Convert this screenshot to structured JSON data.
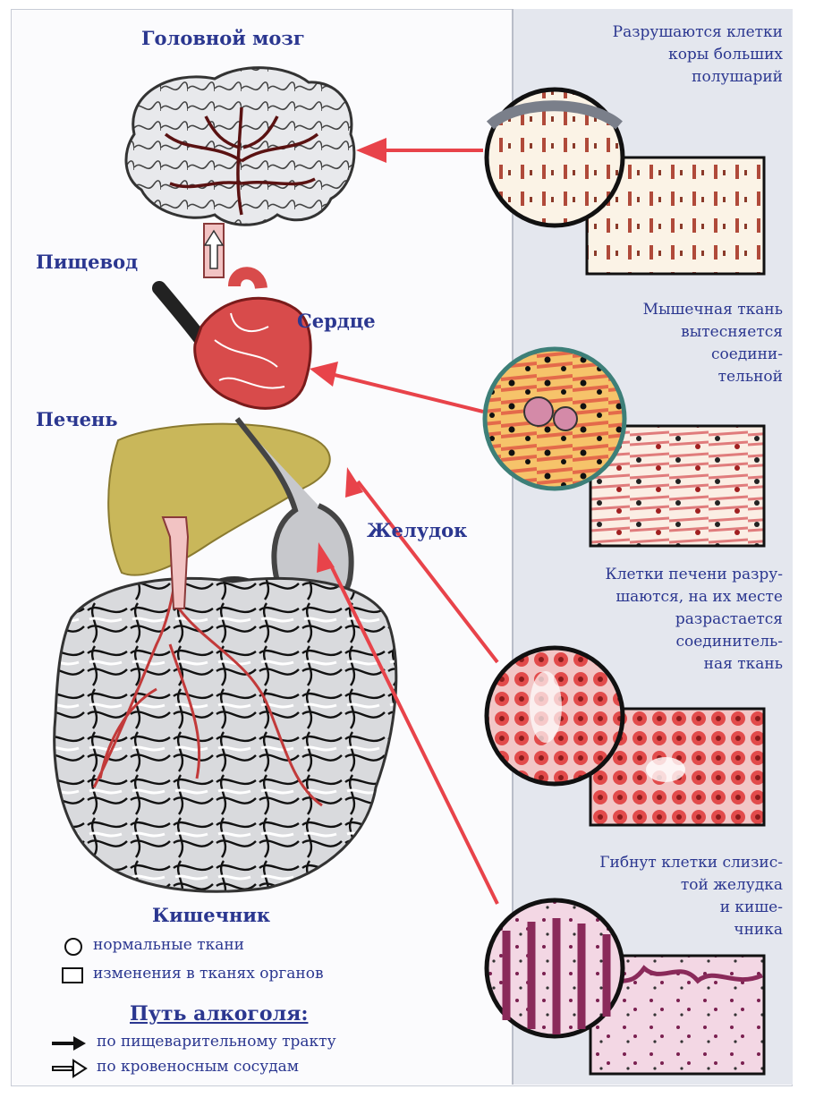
{
  "organs": {
    "brain": "Головной мозг",
    "esophagus": "Пищевод",
    "heart": "Сердце",
    "liver": "Печень",
    "stomach": "Желудок",
    "intestine": "Кишечник"
  },
  "notes": {
    "brain": [
      "Разрушаются клетки",
      "коры больших",
      "полушарий"
    ],
    "heart": [
      "Мышечная ткань",
      "вытесняется",
      "соедини-",
      "тельной"
    ],
    "liver": [
      "Клетки печени разру-",
      "шаются, на их месте",
      "разрастается",
      "соединитель-",
      "ная ткань"
    ],
    "stomach": [
      "Гибнут клетки слизис-",
      "той желудка",
      "и кише-",
      "чника"
    ]
  },
  "legend": {
    "normal": "нормальные ткани",
    "changed": "изменения в тканях органов",
    "path_title": "Путь алкоголя:",
    "digestive": "по пищеварительному тракту",
    "blood": "по кровеносным сосудам"
  },
  "colors": {
    "label": "#2b3790",
    "arrow": "#e8434a",
    "liver": "#c9b75a",
    "heart": "#d84b4b",
    "vessel": "#c23a3a"
  }
}
